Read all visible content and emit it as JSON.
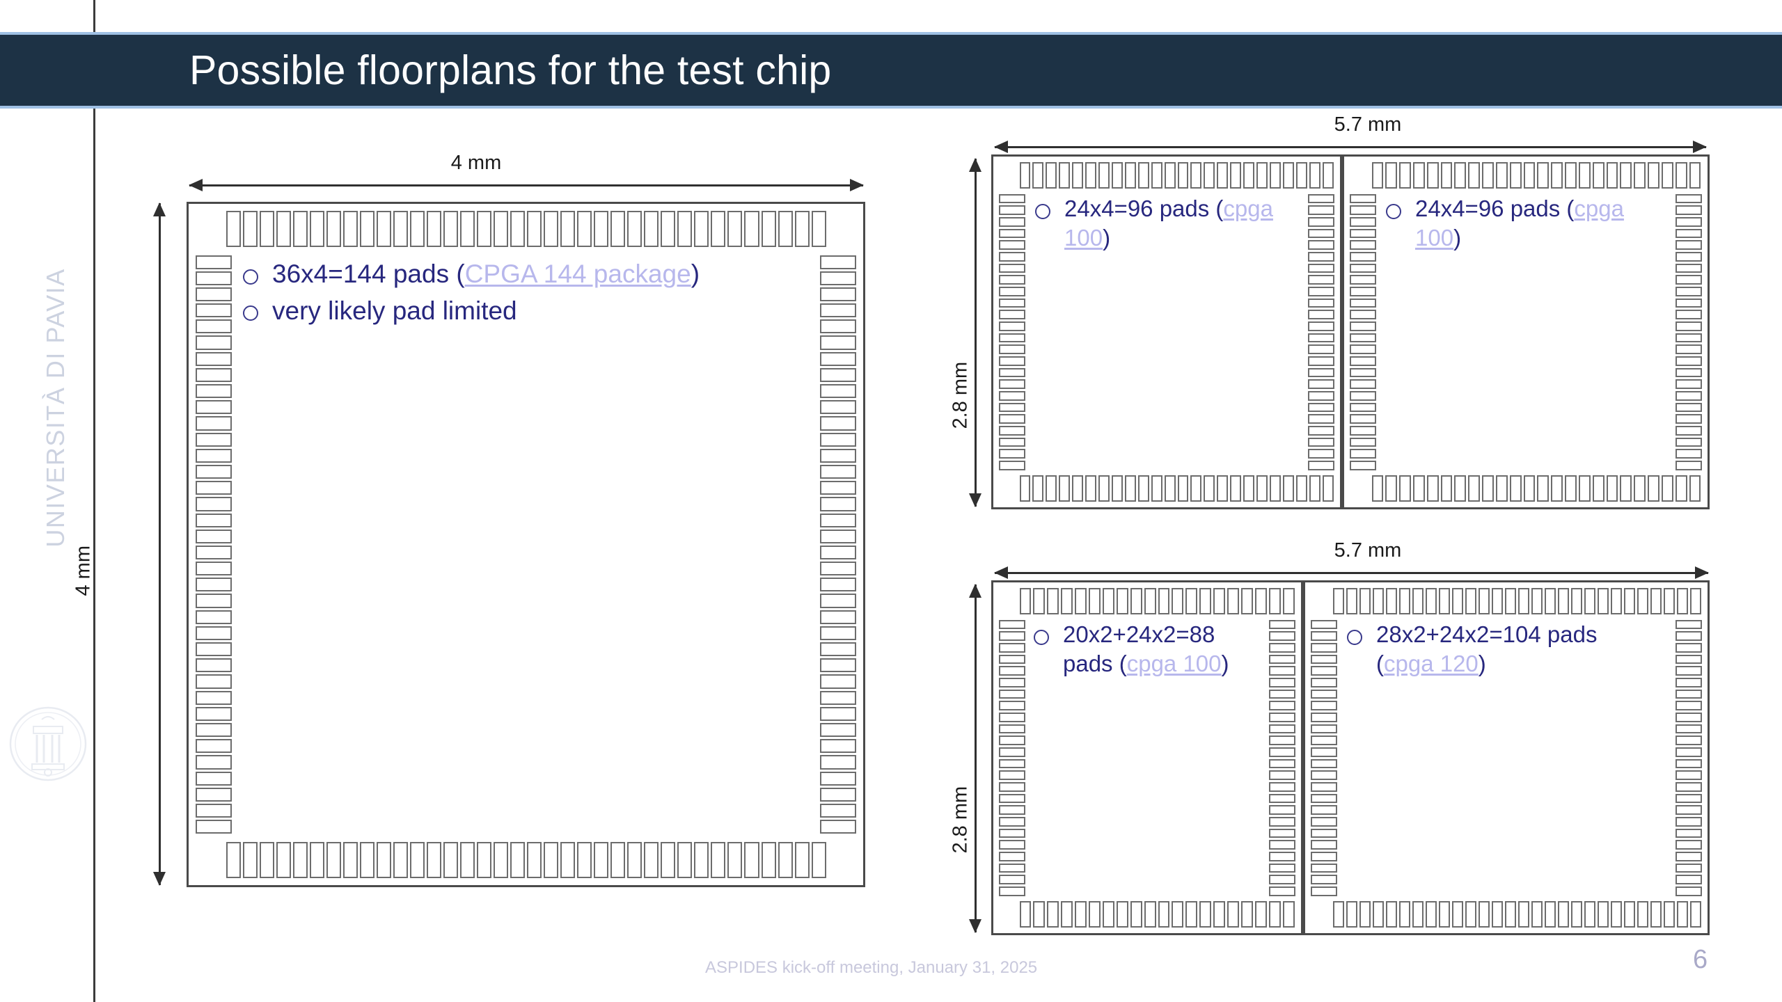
{
  "slide": {
    "title": "Possible floorplans for the test chip",
    "footer_note": "ASPIDES kick-off meeting, January 31, 2025",
    "page_number": "6",
    "brand_text": "UNIVERSITÀ DI PAVIA",
    "colors": {
      "title_band": "#1d3245",
      "title_band_border": "#9fc0e4",
      "title_text": "#ffffff",
      "body_text": "#27277e",
      "link_text": "#b7b7ec",
      "footer_text": "#c8c8dc",
      "page_number_text": "#a9a9c8",
      "pad_outline": "#6c6c6c",
      "chip_outline": "#4a4a4a",
      "dimension_line": "#2f2f2f",
      "brand_text_color": "#ccd2e0"
    }
  },
  "floorplans": [
    {
      "id": "floorplan-single-4mm",
      "width_label": "4 mm",
      "height_label": "4 mm",
      "pads_top": 36,
      "pads_bottom": 36,
      "pads_left": 36,
      "pads_right": 36,
      "bullets": [
        {
          "pre": "36x4=144 pads (",
          "link": "CPGA 144 package",
          "post": ")"
        },
        {
          "pre": "very likely pad limited",
          "link": "",
          "post": ""
        }
      ]
    },
    {
      "id": "floorplan-dual-96",
      "width_label": "5.7 mm",
      "height_label": "2.8 mm",
      "halves": [
        {
          "id": "half-left-96",
          "pads_top": 24,
          "pads_bottom": 24,
          "pads_left": 24,
          "pads_mid": 24,
          "bullet": {
            "pre": "24x4=96 pads (",
            "link": "cpga 100",
            "post": ")"
          }
        },
        {
          "id": "half-right-96",
          "pads_top": 24,
          "pads_bottom": 24,
          "pads_mid": 24,
          "pads_right": 24,
          "bullet": {
            "pre": "24x4=96 pads (",
            "link": "cpga 100",
            "post": ")"
          }
        }
      ]
    },
    {
      "id": "floorplan-dual-88-104",
      "width_label": "5.7 mm",
      "height_label": "2.8 mm",
      "halves": [
        {
          "id": "half-left-88",
          "pads_top": 20,
          "pads_bottom": 20,
          "pads_left": 24,
          "pads_mid": 24,
          "bullet": {
            "pre": "20x2+24x2=88 pads (",
            "link": "cpga 100",
            "post": ")"
          }
        },
        {
          "id": "half-right-104",
          "pads_top": 28,
          "pads_bottom": 28,
          "pads_mid": 24,
          "pads_right": 24,
          "bullet": {
            "pre": "28x2+24x2=104 pads (",
            "link": "cpga 120",
            "post": ")"
          }
        }
      ]
    }
  ]
}
